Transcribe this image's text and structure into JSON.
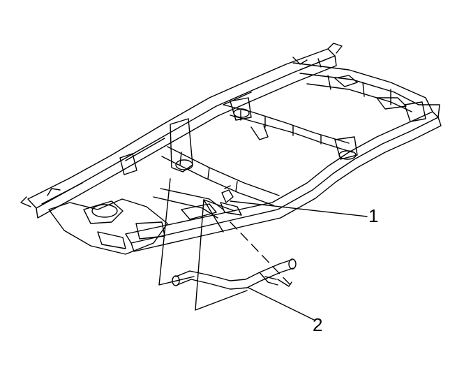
{
  "callouts": [
    {
      "number": "1",
      "component": "frame-mount"
    },
    {
      "number": "2",
      "component": "exhaust-tailpipe"
    }
  ],
  "colors": {
    "line": "#000000",
    "background": "#ffffff"
  }
}
